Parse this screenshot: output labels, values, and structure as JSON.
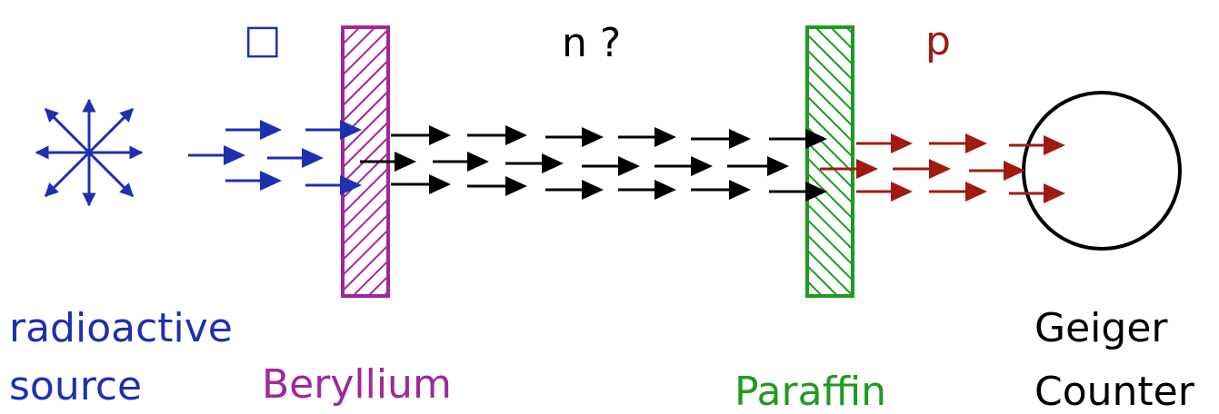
{
  "labels": {
    "alpha_glyph": "□",
    "neutron_query": "n ?",
    "proton": "p",
    "source_line1": "radioactive",
    "source_line2": "source",
    "beryllium": "Beryllium",
    "paraffin": "Paraffin",
    "geiger_line1": "Geiger",
    "geiger_line2": "Counter"
  },
  "colors": {
    "source": "#1f2fb0",
    "alpha_beam": "#1f2fb0",
    "beryllium": "#a0289a",
    "neutron_beam": "#000000",
    "paraffin": "#1f9a1f",
    "proton_beam": "#a01a10",
    "detector": "#000000"
  },
  "icons": {
    "source": "radiation-starburst-icon",
    "beryllium": "hatched-slab-icon",
    "paraffin": "hatched-slab-icon",
    "detector": "circle-detector-icon"
  }
}
